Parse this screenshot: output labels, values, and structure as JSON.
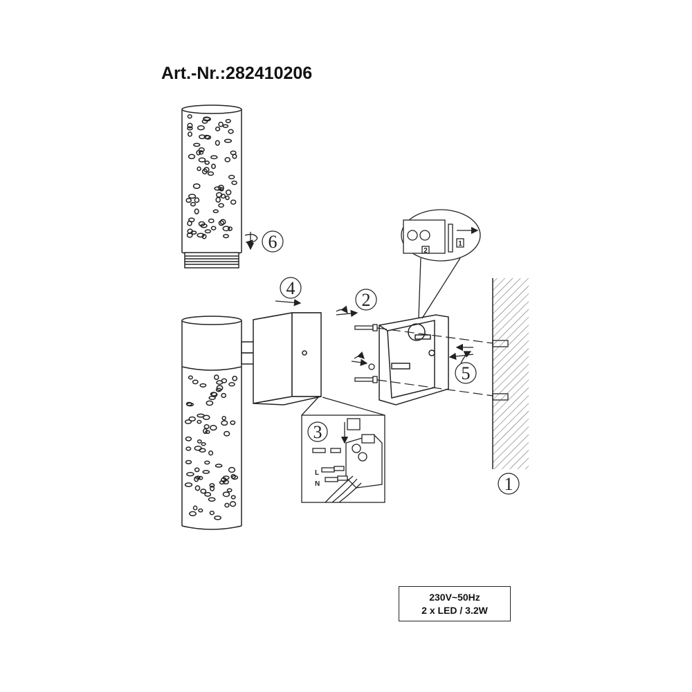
{
  "title": "Art.-Nr.:282410206",
  "steps": [
    "1",
    "2",
    "3",
    "4",
    "5",
    "6"
  ],
  "wiring_labels": {
    "live": "L",
    "neutral": "N"
  },
  "detail_labels": [
    "1",
    "2"
  ],
  "spec": {
    "voltage": "230V~50Hz",
    "power": "2 x LED / 3.2W"
  },
  "colors": {
    "line": "#222222",
    "hatch": "#555555",
    "background": "#ffffff"
  }
}
